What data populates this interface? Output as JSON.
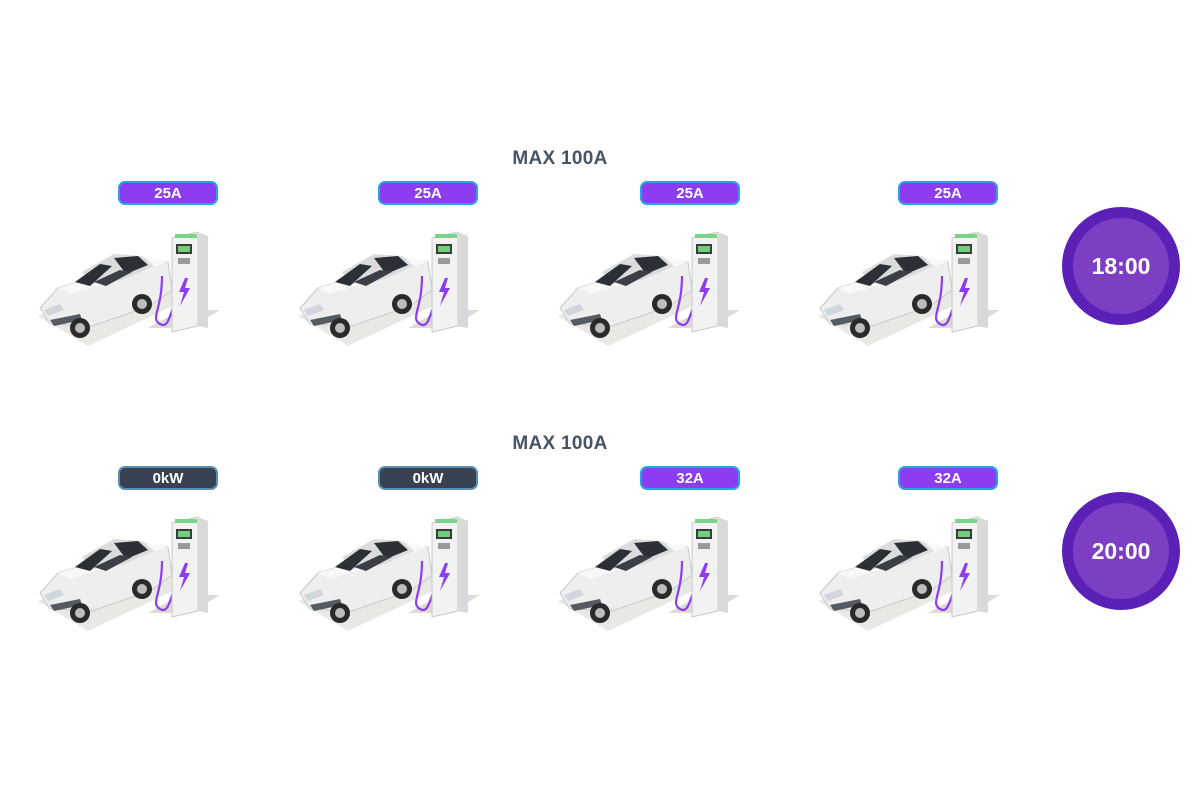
{
  "groups": [
    {
      "max_label": "MAX 100A",
      "time": "18:00",
      "chargers": [
        {
          "label": "25A",
          "state": "active"
        },
        {
          "label": "25A",
          "state": "active"
        },
        {
          "label": "25A",
          "state": "active"
        },
        {
          "label": "25A",
          "state": "active"
        }
      ]
    },
    {
      "max_label": "MAX 100A",
      "time": "20:00",
      "chargers": [
        {
          "label": "0kW",
          "state": "idle"
        },
        {
          "label": "0kW",
          "state": "idle"
        },
        {
          "label": "32A",
          "state": "active"
        },
        {
          "label": "32A",
          "state": "active"
        }
      ]
    }
  ],
  "colors": {
    "badge_active": "#8c3df2",
    "badge_idle": "#374151",
    "badge_border": "#2aa3e0",
    "clock_outer": "#5b21b6",
    "clock_inner": "#7c3fc4",
    "label_text": "#475467"
  },
  "icons": {
    "vehicle": "car-icon",
    "charger": "ev-charger-icon",
    "bolt": "lightning-bolt-icon"
  }
}
